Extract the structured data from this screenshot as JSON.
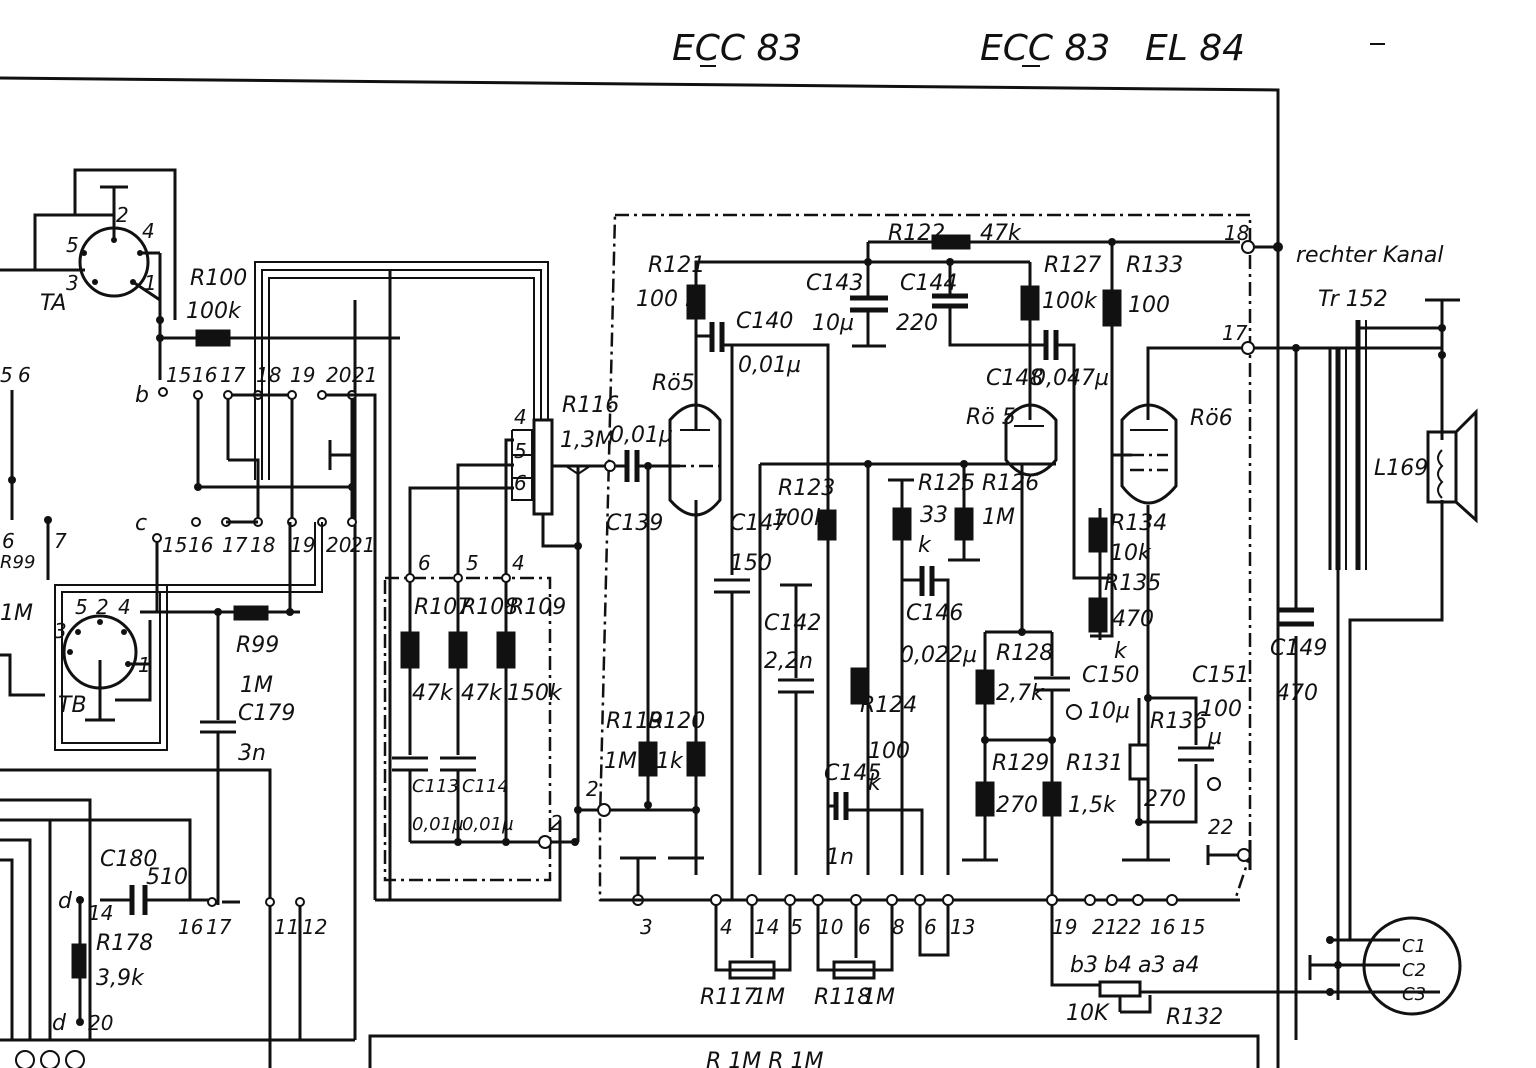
{
  "tubes": {
    "t1": "ECC 83",
    "t2": "ECC 83",
    "t3": "EL 84"
  },
  "channel": "rechter Kanal",
  "transformer": "Tr 152",
  "speaker": "L169",
  "sockets": {
    "ta": "TA",
    "tb": "TB"
  },
  "tube_refs": {
    "ro5a": "Rö5",
    "ro5b": "Rö 5",
    "ro6": "Rö6"
  },
  "resistors": {
    "r100": "R100",
    "r100v": "100k",
    "r99a": "R99",
    "r99av": "1M",
    "r99b": "R99",
    "r99bv": "1M",
    "r116": "R116",
    "r116v": "1,3M",
    "r107": "R107",
    "r107v": "47k",
    "r108": "R108",
    "r108v": "47k",
    "r109": "R109",
    "r109v": "150k",
    "r119": "R119",
    "r119v": "1M",
    "r120": "R120",
    "r120v": "1k",
    "r121": "R121",
    "r121v": "100 k",
    "r122": "R122",
    "r122v": "47k",
    "r123": "R123",
    "r123v": "100k",
    "r124": "R124",
    "r124v1": "100",
    "r124v2": "k",
    "r125": "R125",
    "r125v1": "33",
    "r125v2": "k",
    "r126": "R126",
    "r126v": "1M",
    "r127": "R127",
    "r127v": "100k",
    "r128": "R128",
    "r128v": "2,7k",
    "r129": "R129",
    "r129v": "270",
    "r131": "R131",
    "r131v": "1,5k",
    "r133": "R133",
    "r133v": "100",
    "r134": "R134",
    "r134v": "10k",
    "r135": "R135",
    "r135v1": "470",
    "r135v2": "k",
    "r136": "R136",
    "r136v": "270",
    "r117": "R117",
    "r117v": "1M",
    "r118": "R118",
    "r118v": "1M",
    "r132": "R132",
    "r132v": "10K",
    "r178": "R178",
    "r178v": "3,9k",
    "bottom": "R 1M   R 1M"
  },
  "capacitors": {
    "c139": "C139",
    "c139v": "0,01µ",
    "c140": "C140",
    "c140v": "0,01µ",
    "c143": "C143",
    "c143v": "10µ",
    "c144": "C144",
    "c144v": "220",
    "c148": "C148",
    "c148v": "0,047µ",
    "c146": "C146",
    "c146v": "0,022µ",
    "c147": "C147",
    "c147v": "150",
    "c142": "C142",
    "c142v": "2,2n",
    "c145": "C145",
    "c145v": "1n",
    "c150": "C150",
    "c150v": "10µ",
    "c151": "C151",
    "c151v1": "100",
    "c151v2": "µ",
    "c149": "C149",
    "c149v": "470",
    "c113": "C113",
    "c113v": "0,01µ",
    "c114": "C114",
    "c114v": "0,01µ",
    "c179": "C179",
    "c179v": "3n",
    "c180": "C180",
    "c180v": "510"
  },
  "pins": {
    "b": "b",
    "c": "c",
    "d1": "d",
    "d2": "d",
    "row1": [
      "15",
      "16",
      "17",
      "18",
      "19",
      "20",
      "21"
    ],
    "row2": [
      "15",
      "16",
      "17",
      "18",
      "19",
      "20",
      "21"
    ],
    "n14": "14",
    "n20": "20",
    "n16": "16",
    "n17": "17",
    "n11": "11",
    "n12": "12",
    "p4": "4",
    "p5": "5",
    "p6": "6",
    "q6": "6",
    "q5": "5",
    "q4": "4",
    "n2a": "2",
    "n2b": "2",
    "n3": "3",
    "n18": "18",
    "n17r": "17",
    "n22": "22",
    "bot": [
      "4",
      "14",
      "5",
      "10",
      "6",
      "8",
      "6",
      "13"
    ],
    "bot2": [
      "19",
      "21",
      "22",
      "16",
      "15"
    ],
    "mix": [
      "b3",
      "b4",
      "a3",
      "a4"
    ],
    "left": [
      "5",
      "6",
      "6",
      "7"
    ],
    "leftm": "1M",
    "ta": [
      "2",
      "4",
      "5",
      "3",
      "1"
    ],
    "tb": [
      "5",
      "2",
      "4",
      "3",
      "1"
    ],
    "cb": [
      "C1",
      "C2",
      "C3"
    ]
  }
}
